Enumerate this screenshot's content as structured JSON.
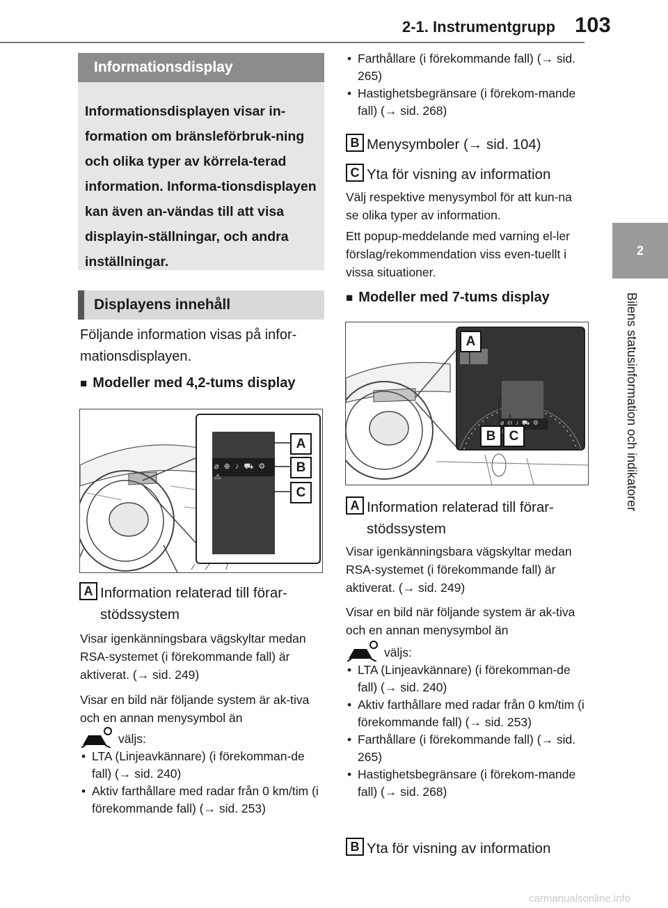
{
  "header": {
    "title": "2-1. Instrumentgrupp",
    "page_number": "103"
  },
  "side_tab": {
    "chapter_number": "2",
    "chapter_title": "Bilens statusinformation och indikatorer"
  },
  "left": {
    "info_heading": "Informationsdisplay",
    "info_intro": "Informationsdisplayen visar in-formation om bränsleförbruk-ning och olika typer av körrela-terad information. Informa-tionsdisplayen kan även an-vändas till att visa displayin-ställningar, och andra inställningar.",
    "content_heading": "Displayens innehåll",
    "content_text": "Följande information visas på infor-mationsdisplayen.",
    "models_42_heading": "Modeller med 4,2-tums display",
    "item_a_label": "A",
    "item_a_title": "Information relaterad till förar-stödssystem",
    "item_a_text1": "Visar igenkänningsbara vägskyltar medan RSA-systemet (i förekommande fall) är aktiverat. (→ sid. 249)",
    "item_a_text2": "Visar en bild när följande system är ak-tiva och en annan menysymbol än",
    "valjs": "väljs:",
    "bullets": [
      "LTA (Linjeavkännare) (i förekomman-de fall) (→ sid. 240)",
      "Aktiv farthållare med radar från 0 km/tim (i förekommande fall) (→ sid. 253)"
    ]
  },
  "right": {
    "bullets_top": [
      "Farthållare (i förekommande fall) (→ sid. 265)",
      "Hastighetsbegränsare (i förekom-mande fall) (→ sid. 268)"
    ],
    "item_b_label": "B",
    "item_b_title": "Menysymboler (→ sid. 104)",
    "item_c_label": "C",
    "item_c_title": "Yta för visning av information",
    "item_c_text1": "Välj respektive menysymbol för att kun-na se olika typer av information.",
    "item_c_text2": "Ett popup-meddelande med varning el-ler förslag/rekommendation viss even-tuellt i vissa situationer.",
    "models_7_heading": "Modeller med 7-tums display",
    "item_a_label": "A",
    "item_a_title": "Information relaterad till förar-stödssystem",
    "item_a_text1": "Visar igenkänningsbara vägskyltar medan RSA-systemet (i förekommande fall) är aktiverat. (→ sid. 249)",
    "item_a_text2": "Visar en bild när följande system är ak-tiva och en annan menysymbol än",
    "valjs": "väljs:",
    "bullets": [
      "LTA (Linjeavkännare) (i förekomman-de fall) (→ sid. 240)",
      "Aktiv farthållare med radar från 0 km/tim (i förekommande fall) (→ sid. 253)",
      "Farthållare (i förekommande fall) (→ sid. 265)",
      "Hastighetsbegränsare (i förekom-mande fall) (→ sid. 268)"
    ],
    "item_b2_label": "B",
    "item_b2_title": "Yta för visning av information"
  },
  "figure_42": {
    "callouts": [
      "A",
      "B",
      "C"
    ],
    "icons": [
      "eco-icon",
      "driver-assist-icon",
      "audio-icon",
      "vehicle-icon",
      "gear-icon",
      "warning-icon"
    ]
  },
  "figure_7": {
    "callouts": [
      "A",
      "B",
      "C"
    ]
  },
  "footer": {
    "watermark": "carmanualsonline.info"
  }
}
